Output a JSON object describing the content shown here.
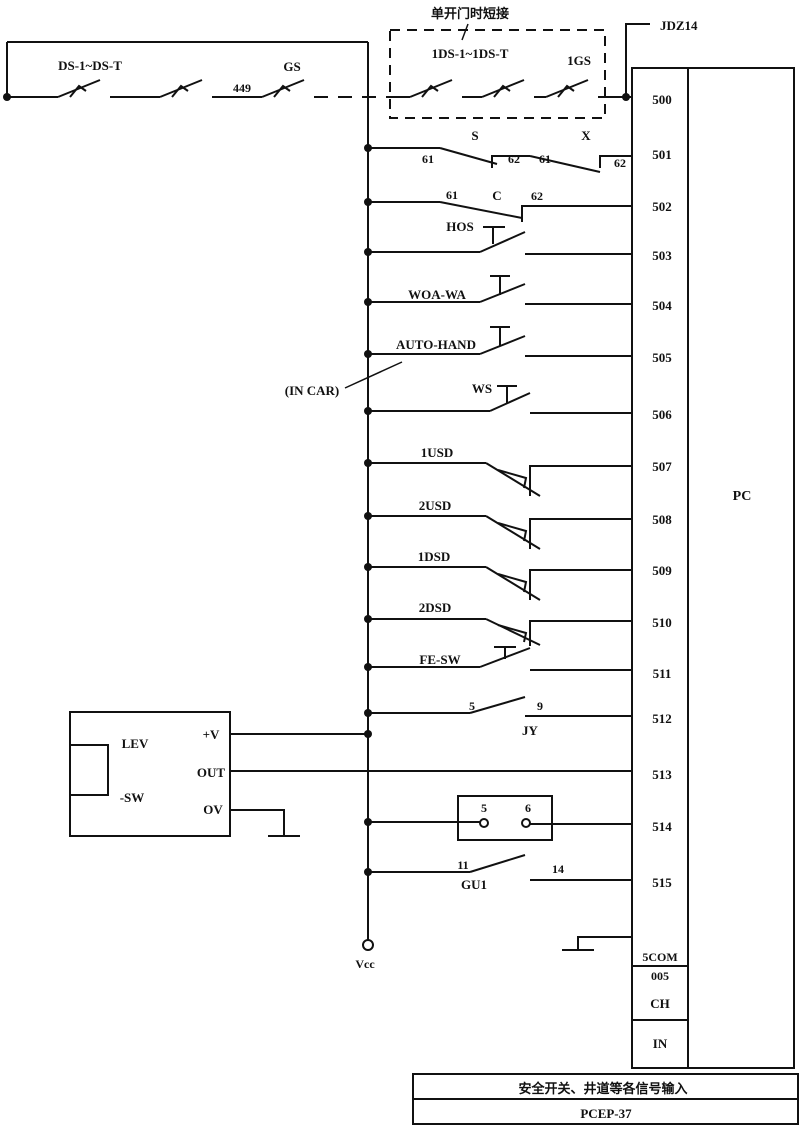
{
  "header": {
    "dashed_box_caption": "单开门时短接",
    "top_right_label": "JDZ14"
  },
  "top_chain": {
    "door_switch_label": "DS-1~DS-T",
    "wire_label": "449",
    "gate_switch_label": "GS",
    "car_door_switch_label": "1DS-1~1DS-T",
    "car_gate_switch_label": "1GS"
  },
  "row_501": {
    "left_switch": "S",
    "right_switch": "X",
    "n_a": "61",
    "n_b": "62",
    "n_c": "61",
    "n_d": "62"
  },
  "row_502": {
    "switch": "C",
    "n_a": "61",
    "n_b": "62"
  },
  "switches": {
    "hos": "HOS",
    "woa_wa": "WOA-WA",
    "auto_hand": "AUTO-HAND",
    "in_car": "(IN CAR)",
    "ws": "WS",
    "usd1": "1USD",
    "usd2": "2USD",
    "dsd1": "1DSD",
    "dsd2": "2DSD",
    "fe_sw": "FE-SW",
    "jy": "JY",
    "jy_a": "5",
    "jy_b": "9",
    "gu1": "GU1",
    "gu1_a": "11",
    "gu1_b": "14",
    "socket_a": "5",
    "socket_b": "6"
  },
  "lev_module": {
    "name_top": "LEV",
    "name_bottom": "-SW",
    "pin_v": "+V",
    "pin_out": "OUT",
    "pin_ov": "OV"
  },
  "vcc": "Vcc",
  "pc": {
    "label": "PC",
    "terminals": [
      "500",
      "501",
      "502",
      "503",
      "504",
      "505",
      "506",
      "507",
      "508",
      "509",
      "510",
      "511",
      "512",
      "513",
      "514",
      "515"
    ],
    "common": "5COM",
    "sub_code": "005",
    "sub_ch": "CH",
    "sub_in": "IN"
  },
  "title_block": {
    "title": "安全开关、井道等各信号输入",
    "code": "PCEP-37"
  }
}
